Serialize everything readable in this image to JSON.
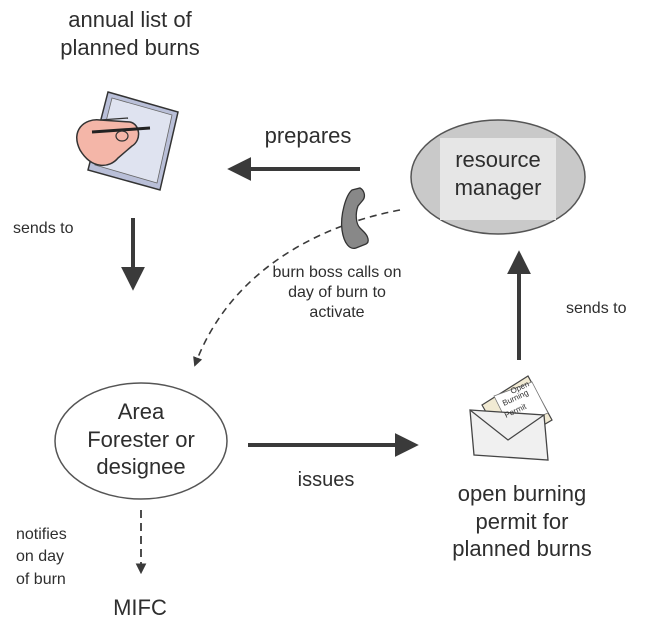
{
  "nodes": {
    "annual_list": "annual list of\nplanned burns",
    "resource_manager": "resource\nmanager",
    "area_forester": "Area\nForester or\ndesignee",
    "open_permit": "open burning\npermit for\nplanned burns",
    "mifc": "MIFC"
  },
  "edges": {
    "prepares": "prepares",
    "sends_to_left": "sends to",
    "sends_to_right": "sends to",
    "burn_boss": "burn boss calls on\nday of burn to\nactivate",
    "issues": "issues",
    "notifies": "notifies\non day\nof burn"
  },
  "permit_icon_text": [
    "Open",
    "Burning",
    "Permit"
  ],
  "colors": {
    "ellipse_fill": "#c9c9c9",
    "arrow": "#3a3a3a",
    "hand": "#f4b6a8"
  },
  "icons": [
    "writing-hand-notepad-icon",
    "telephone-handset-icon",
    "envelope-permit-icon"
  ]
}
